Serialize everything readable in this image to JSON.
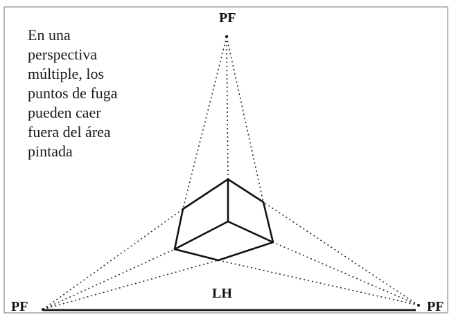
{
  "caption_lines": [
    "En una",
    "perspectiva",
    "múltiple, los",
    "puntos de fuga",
    "pueden caer",
    "fuera del área",
    "pintada"
  ],
  "vanishing_points": {
    "top_label": "PF",
    "left_label": "PF",
    "right_label": "PF"
  },
  "horizon_label": "LH",
  "colors": {
    "frame": "#8a8a8a",
    "lines": "#111111"
  }
}
